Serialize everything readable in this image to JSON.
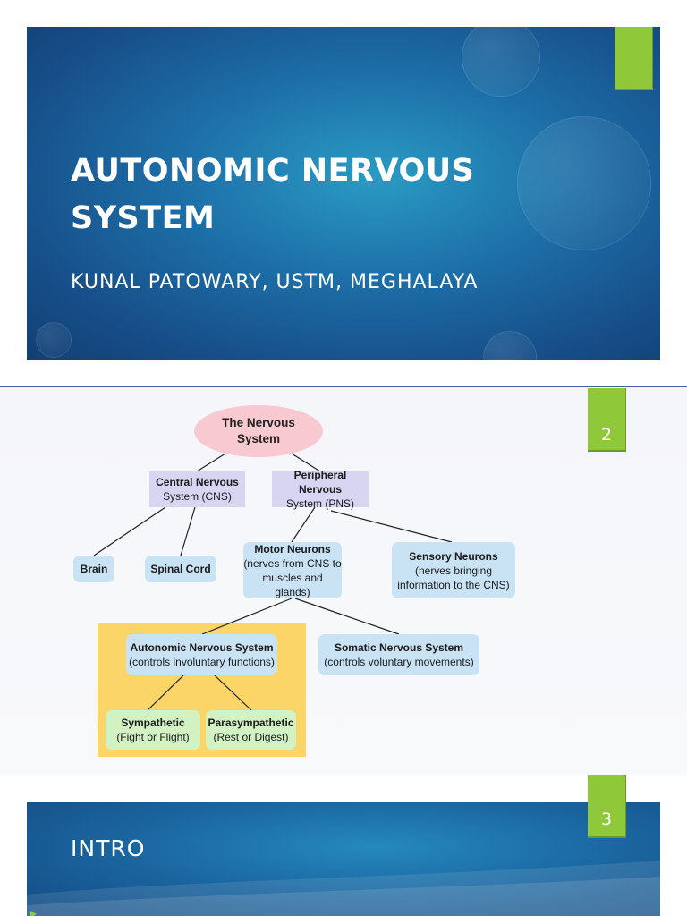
{
  "slide1": {
    "title_line1": "AUTONOMIC NERVOUS",
    "title_line2": "SYSTEM",
    "subtitle": "KUNAL PATOWARY, USTM, MEGHALAYA"
  },
  "slide2": {
    "page_number": "2",
    "diagram": {
      "nervous_system": [
        "The Nervous",
        "System"
      ],
      "cns": [
        "Central Nervous",
        "System (CNS)"
      ],
      "pns": [
        "Peripheral Nervous",
        "System (PNS)"
      ],
      "brain": "Brain",
      "spinal_cord": "Spinal Cord",
      "motor": [
        "Motor Neurons",
        "(nerves from CNS to",
        "muscles and glands)"
      ],
      "sensory": [
        "Sensory Neurons",
        "(nerves bringing",
        "information to the CNS)"
      ],
      "autonomic": [
        "Autonomic Nervous System",
        "(controls involuntary functions)"
      ],
      "somatic": [
        "Somatic Nervous System",
        "(controls voluntary movements)"
      ],
      "sympathetic": [
        "Sympathetic",
        "(Fight or Flight)"
      ],
      "parasympathetic": [
        "Parasympathetic",
        "(Rest or Digest)"
      ]
    }
  },
  "slide3": {
    "page_number": "3",
    "title": "INTRO"
  },
  "colors": {
    "accent_green": "#8fc93a",
    "slide_blue": "#1d6fa8",
    "highlight_yellow": "#fbd568"
  }
}
